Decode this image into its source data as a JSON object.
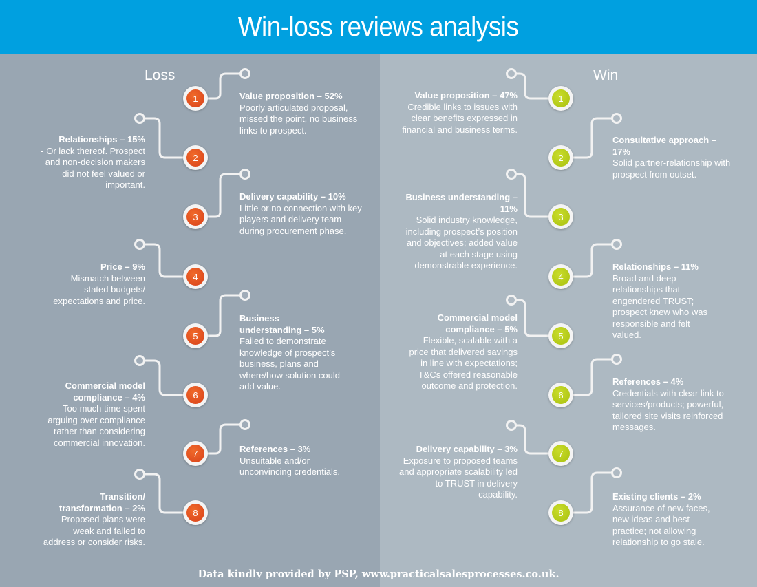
{
  "header": {
    "title": "Win-loss reviews analysis"
  },
  "columns": {
    "loss_title": "Loss",
    "win_title": "Win"
  },
  "colors": {
    "header_blue": "#00a0e0",
    "loss_panel": "#99a6b2",
    "win_panel": "#adb9c2",
    "loss_badge": "#e24e1f",
    "win_badge": "#b5cc14"
  },
  "loss": [
    {
      "n": "1",
      "head": "Value proposition – 52%",
      "body": "Poorly articulated proposal, missed the point, no business links to prospect."
    },
    {
      "n": "2",
      "head": "Relationships – 15%",
      "body": "- Or lack thereof. Prospect and non-decision makers did not feel valued or important."
    },
    {
      "n": "3",
      "head": "Delivery capability – 10%",
      "body": "Little or no connection with key players and delivery team during procurement phase."
    },
    {
      "n": "4",
      "head": "Price – 9%",
      "body": "Mismatch between stated budgets/ expectations and price."
    },
    {
      "n": "5",
      "head": "Business understanding – 5%",
      "body": "Failed to demonstrate knowledge of prospect’s business, plans and where/how solution could add value."
    },
    {
      "n": "6",
      "head": "Commercial model compliance – 4%",
      "body": "Too much time spent arguing over compliance rather than considering commercial innovation."
    },
    {
      "n": "7",
      "head": "References – 3%",
      "body": "Unsuitable and/or unconvincing credentials."
    },
    {
      "n": "8",
      "head": "Transition/ transformation – 2%",
      "body": "Proposed plans were weak and failed to address or consider risks."
    }
  ],
  "win": [
    {
      "n": "1",
      "head": "Value proposition – 47%",
      "body": "Credible links to issues with clear benefits expressed in financial and business terms."
    },
    {
      "n": "2",
      "head": "Consultative approach – 17%",
      "body": "Solid partner-relationship with prospect from outset."
    },
    {
      "n": "3",
      "head": "Business understanding – 11%",
      "body": "Solid industry knowledge, including prospect’s position and objectives; added value at each stage using demonstrable experience."
    },
    {
      "n": "4",
      "head": "Relationships – 11%",
      "body": "Broad and deep relationships that engendered TRUST; prospect knew who was responsible and felt valued."
    },
    {
      "n": "5",
      "head": "Commercial model compliance – 5%",
      "body": "Flexible, scalable with a price that delivered savings in line with expectations; T&Cs offered reasonable outcome and protection."
    },
    {
      "n": "6",
      "head": "References – 4%",
      "body": "Credentials with clear link to services/products; powerful, tailored site visits reinforced messages."
    },
    {
      "n": "7",
      "head": "Delivery capability – 3%",
      "body": "Exposure to proposed teams and appropriate scalability led to TRUST in delivery capability."
    },
    {
      "n": "8",
      "head": "Existing clients – 2%",
      "body": "Assurance of new faces, new ideas and best practice; not allowing relationship to go stale."
    }
  ],
  "footer": {
    "credit": "Data kindly provided by PSP, www.practicalsalesprocesses.co.uk."
  }
}
